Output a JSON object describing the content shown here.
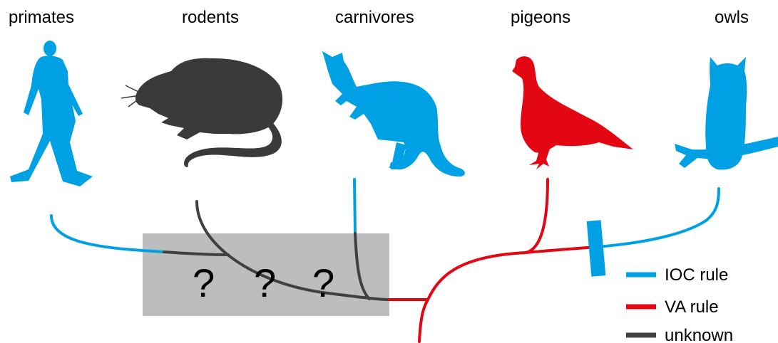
{
  "taxa": {
    "primates": "primates",
    "rodents": "rodents",
    "carnivores": "carnivores",
    "pigeons": "pigeons",
    "owls": "owls"
  },
  "unknown_box": {
    "marks": [
      "?",
      "?",
      "?"
    ]
  },
  "legend": {
    "ioc": {
      "label": "IOC rule",
      "color": "#00a1e4"
    },
    "va": {
      "label": "VA rule",
      "color": "#e30613"
    },
    "unknown": {
      "label": "unknown",
      "color": "#404040"
    }
  },
  "colors": {
    "ioc": "#00a1e4",
    "va": "#e30613",
    "unknown": "#404040",
    "box": "#bdbdbd"
  },
  "icons": {
    "primates": "human-walking-icon",
    "rodents": "rat-icon",
    "carnivores": "cat-icon",
    "pigeons": "pigeon-icon",
    "owls": "owl-icon"
  }
}
